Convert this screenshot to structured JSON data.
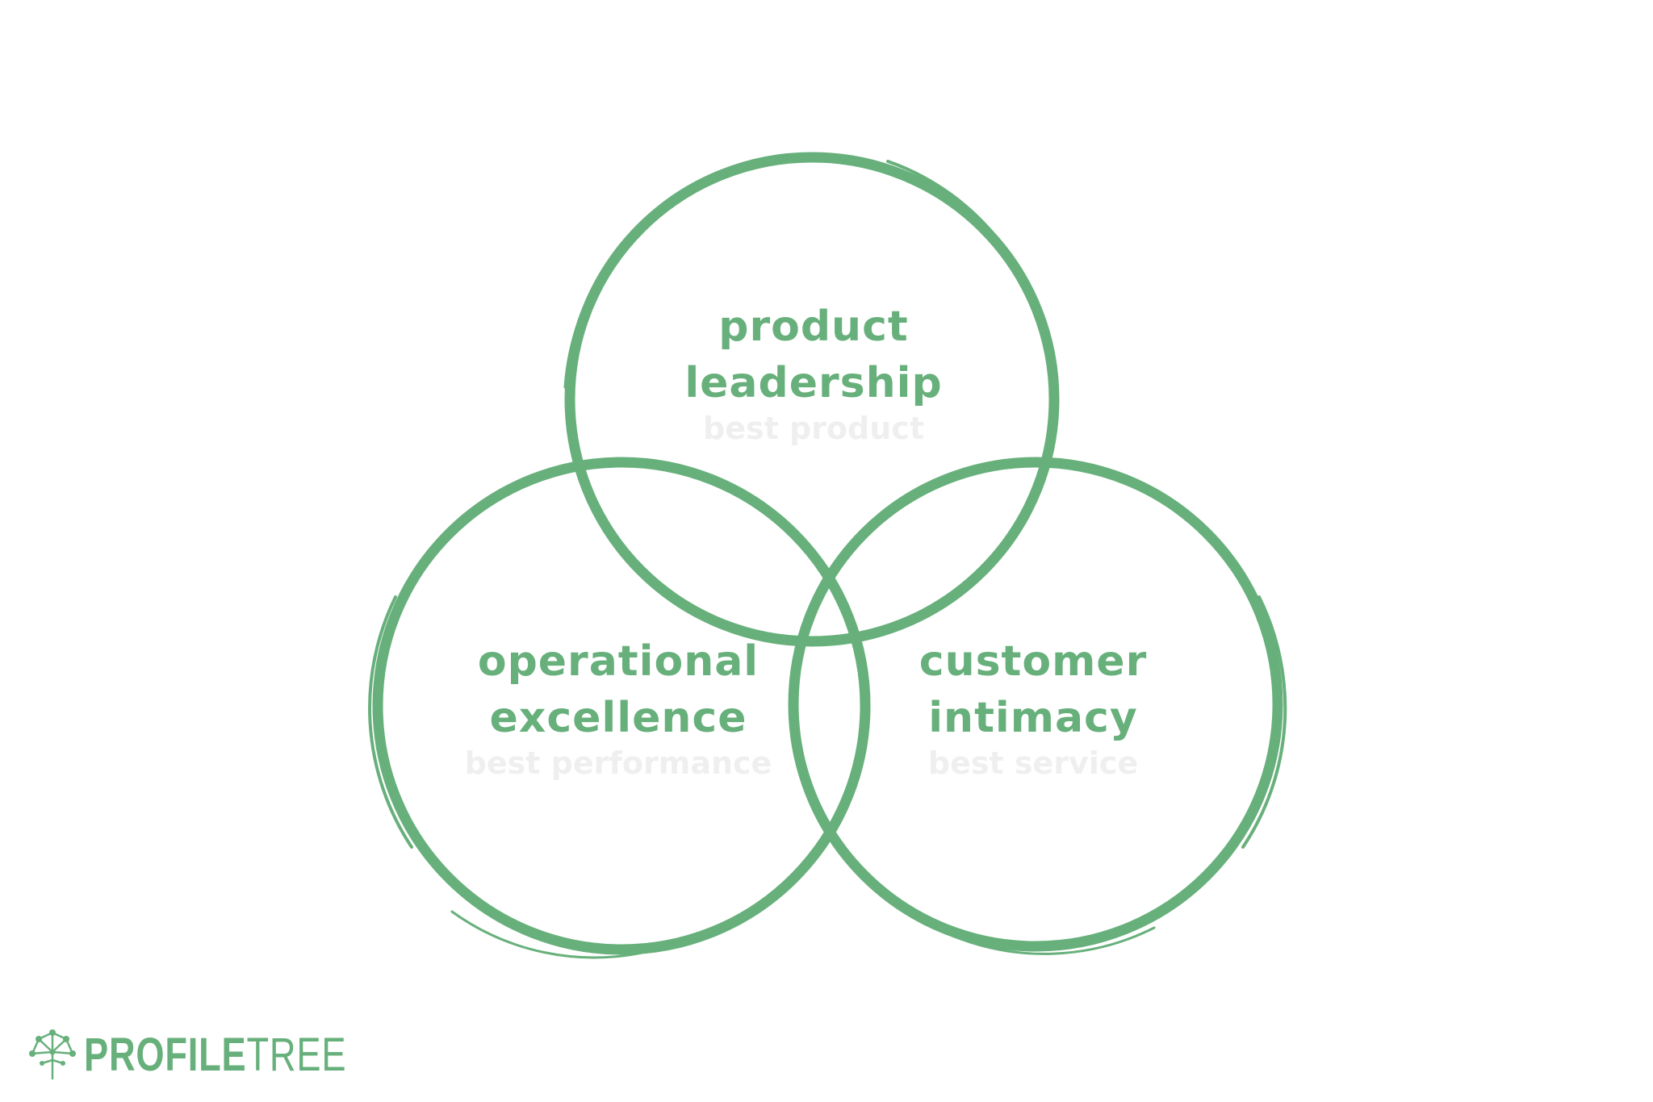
{
  "colors": {
    "accent": "#67b07b",
    "subtext": "#efefef"
  },
  "circles": [
    {
      "id": "product",
      "title_line1": "product",
      "title_line2": "leadership",
      "subtitle": "best product"
    },
    {
      "id": "operational",
      "title_line1": "operational",
      "title_line2": "excellence",
      "subtitle": "best performance"
    },
    {
      "id": "customer",
      "title_line1": "customer",
      "title_line2": "intimacy",
      "subtitle": "best service"
    }
  ],
  "logo": {
    "word_bold": "PROFILE",
    "word_light": "TREE",
    "icon": "tree-network-icon"
  }
}
